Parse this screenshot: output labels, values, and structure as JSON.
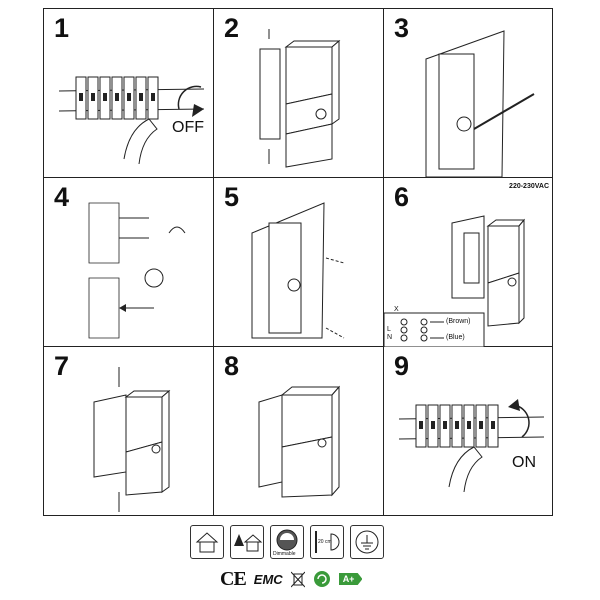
{
  "steps": [
    {
      "number": "1",
      "caption": "OFF"
    },
    {
      "number": "2"
    },
    {
      "number": "3"
    },
    {
      "number": "4"
    },
    {
      "number": "5"
    },
    {
      "number": "6",
      "voltage": "220-230VAC",
      "wires": [
        {
          "label": "(Brown)"
        },
        {
          "label": "(Blue)"
        }
      ],
      "terminals": [
        "X",
        "L",
        "N"
      ]
    },
    {
      "number": "7"
    },
    {
      "number": "8"
    },
    {
      "number": "9",
      "caption": "ON"
    }
  ],
  "symbols": {
    "items": [
      "indoor-use-icon",
      "outdoor-use-icon",
      "dimmable-icon",
      "min-distance-icon",
      "earth-class-icon"
    ],
    "dimmable_label": "Dimmable",
    "distance_label": "20 cm"
  },
  "certifications": {
    "ce": "CE",
    "emc": "EMC",
    "energy_class": "A+"
  },
  "colors": {
    "line": "#222222",
    "energy": "#3a9a3a"
  }
}
